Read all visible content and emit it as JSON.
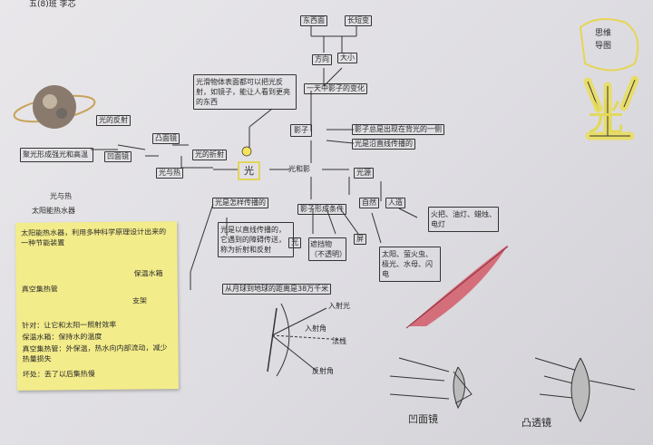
{
  "header": {
    "class_name": "五(8)班 李芯"
  },
  "title_badge": {
    "line1": "思维",
    "line2": "导图"
  },
  "big_title": "光",
  "center": "光",
  "nodes": {
    "east_west": "东西面",
    "long_short": "长短变",
    "direction": "方向",
    "size": "大小",
    "day_change": "一天中影子的变化",
    "shadow": "影子",
    "shadow_fact1": "影子总是出现在背光的一侧",
    "shadow_fact2": "光是沿直线传播的",
    "light_and_shadow": "光和影",
    "light_source": "光源",
    "natural": "自然",
    "artificial": "人造",
    "artificial_examples": "火把、油灯、蜡烛、电灯",
    "natural_examples": "太阳、萤火虫、极光、水母、闪电",
    "light_travel": "光是怎样传播的",
    "travel_desc": "光是以直线传播的，它遇到的障碍传送，称为折射和反射",
    "shadow_conditions": "影子形成条件",
    "cond_light": "光",
    "cond_object": "遮挡物（不透明）",
    "cond_screen": "屏",
    "lens_role": "凸面镜",
    "light_heat": "光与热",
    "reflection": "光的反射",
    "refraction": "光的折射",
    "concave": "凹面镜",
    "gather_desc": "聚光形成强光和高温",
    "mirror_desc": "光滑物体表面都可以把光反射，如镜子，能让人看到更亮的东西",
    "distance": "从月球到地球的距离是38万千米",
    "light_heat_note": "光与热",
    "solar_heater": "太阳能热水器"
  },
  "sticky": {
    "intro": "太阳能热水器，利用多种科学原理设计出来的一种节能装置",
    "label_collector": "真空集热管",
    "label_tank": "保温水箱",
    "label_stand": "支架",
    "line1": "针对：让它和太阳一照射效率",
    "line2": "保温水箱：保持水的温度",
    "line3": "真空集热管：外保温，热水向内部流动，减少热量损失",
    "line4": "坏处：丢了以后集热慢"
  },
  "diagram": {
    "incident": "入射角",
    "reflected": "反射角",
    "normal": "法线",
    "incident_ray": "入射光"
  },
  "lens_labels": {
    "concave": "凹面镜",
    "convex": "凸透镜"
  },
  "colors": {
    "ink": "#2b2b2b",
    "sticky": "#f3ec8a",
    "title_yellow": "#eee46a",
    "feather": "#c8475a"
  }
}
